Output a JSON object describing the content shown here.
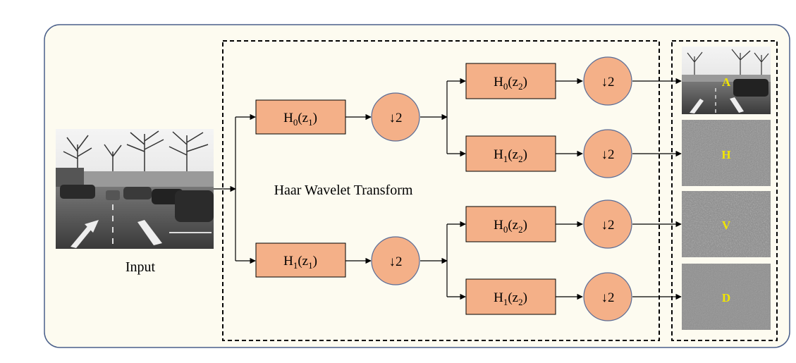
{
  "input": {
    "label": "Input"
  },
  "transform": {
    "title": "Haar Wavelet Transform"
  },
  "level1": {
    "low_filter": {
      "name": "H",
      "sub": "0",
      "arg": "z",
      "argsub": "1"
    },
    "high_filter": {
      "name": "H",
      "sub": "1",
      "arg": "z",
      "argsub": "1"
    },
    "downsample": "↓2"
  },
  "level2": {
    "low_filter": {
      "name": "H",
      "sub": "0",
      "arg": "z",
      "argsub": "2"
    },
    "high_filter": {
      "name": "H",
      "sub": "1",
      "arg": "z",
      "argsub": "2"
    },
    "downsample": "↓2"
  },
  "outputs": [
    {
      "band": "A"
    },
    {
      "band": "H"
    },
    {
      "band": "V"
    },
    {
      "band": "D"
    }
  ],
  "colors": {
    "panel_bg": "#fdfbf0",
    "panel_border": "#4a5f8a",
    "filter_fill": "#f4b088",
    "circle_fill": "#f4b088",
    "band_label": "#f2e600"
  }
}
